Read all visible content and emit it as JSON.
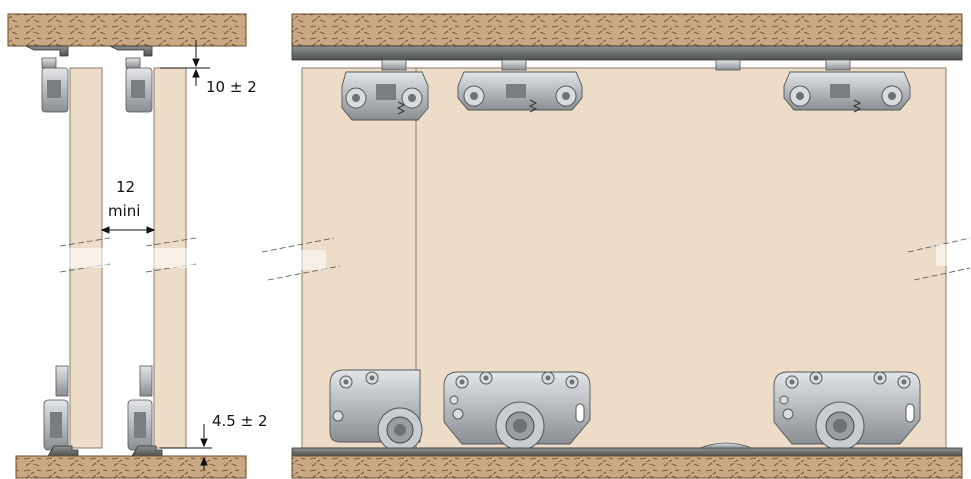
{
  "dimensions": {
    "top_gap": "10 ± 2",
    "door_spacing_value": "12",
    "door_spacing_unit": "mini",
    "bottom_gap": "4.5 ± 2"
  },
  "colors": {
    "wood": "#c7a784",
    "wood_edge": "#7a5a3a",
    "door_panel": "#ecdcc8",
    "door_edge": "#8a7a6a",
    "rail": "#6f7470",
    "hardware": "#b8bcc0",
    "hardware_dark": "#6e7276",
    "ink": "#111111"
  }
}
